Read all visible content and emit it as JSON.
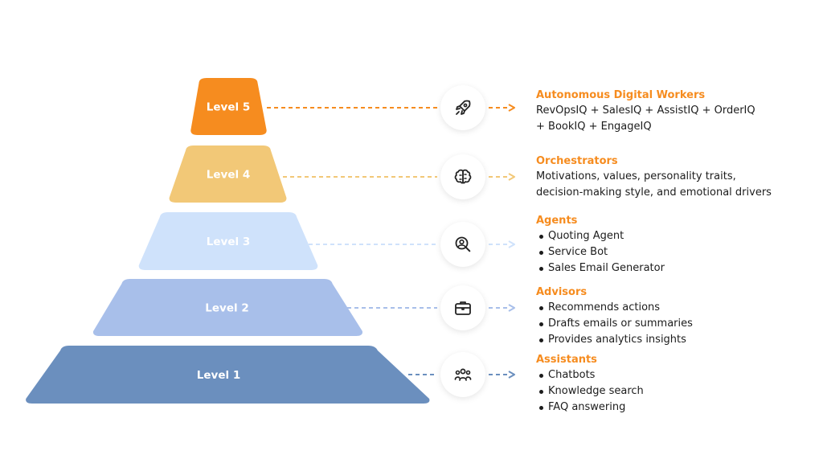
{
  "colors": {
    "level5": "#f68c1f",
    "level4": "#f2c877",
    "level3": "#cfe2fb",
    "level2": "#a8bfea",
    "level1": "#6b8fbe",
    "accent": "#f68c1f"
  },
  "levels": [
    {
      "label": "Level 5",
      "icon": "rocket-icon",
      "title": "Autonomous Digital Workers",
      "body": "RevOpsIQ + SalesIQ + AssistIQ  + OrderIQ\n+ BookIQ + EngageIQ",
      "bullets": []
    },
    {
      "label": "Level 4",
      "icon": "brain-icon",
      "title": "Orchestrators",
      "body": "Motivations, values, personality traits,\ndecision-making style, and emotional drivers",
      "bullets": []
    },
    {
      "label": "Level 3",
      "icon": "user-search-icon",
      "title": "Agents",
      "body": "",
      "bullets": [
        "Quoting Agent",
        "Service Bot",
        "Sales Email Generator"
      ]
    },
    {
      "label": "Level 2",
      "icon": "briefcase-icon",
      "title": "Advisors",
      "body": "",
      "bullets": [
        "Recommends actions",
        "Drafts emails or summaries",
        "Provides analytics insights"
      ]
    },
    {
      "label": "Level 1",
      "icon": "team-icon",
      "title": "Assistants",
      "body": "",
      "bullets": [
        "Chatbots",
        "Knowledge search",
        "FAQ answering"
      ]
    }
  ]
}
